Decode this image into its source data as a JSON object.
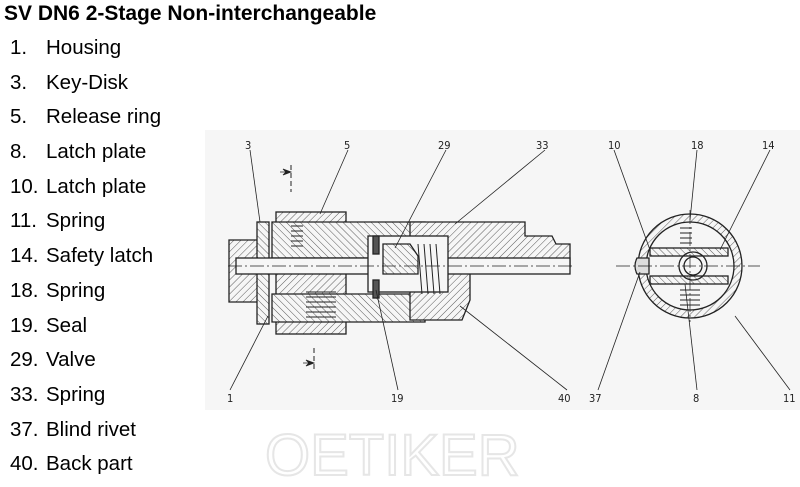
{
  "title": "SV DN6 2-Stage Non-interchangeable",
  "parts": [
    {
      "num": "1.",
      "label": "Housing"
    },
    {
      "num": "3.",
      "label": "Key-Disk"
    },
    {
      "num": "5.",
      "label": "Release ring"
    },
    {
      "num": "8.",
      "label": "Latch plate"
    },
    {
      "num": "10.",
      "label": "Latch plate"
    },
    {
      "num": "11.",
      "label": "Spring"
    },
    {
      "num": "14.",
      "label": "Safety latch"
    },
    {
      "num": "18.",
      "label": "Spring"
    },
    {
      "num": "19.",
      "label": "Seal"
    },
    {
      "num": "29.",
      "label": "Valve"
    },
    {
      "num": "33.",
      "label": "Spring"
    },
    {
      "num": "37.",
      "label": "Blind rivet"
    },
    {
      "num": "40.",
      "label": "Back part"
    }
  ],
  "drawing": {
    "callouts_top": [
      "3",
      "5",
      "29",
      "33",
      "10",
      "18",
      "14"
    ],
    "callouts_bottom": [
      "1",
      "19",
      "40",
      "37",
      "8",
      "11"
    ]
  },
  "watermark": "OETIKER"
}
